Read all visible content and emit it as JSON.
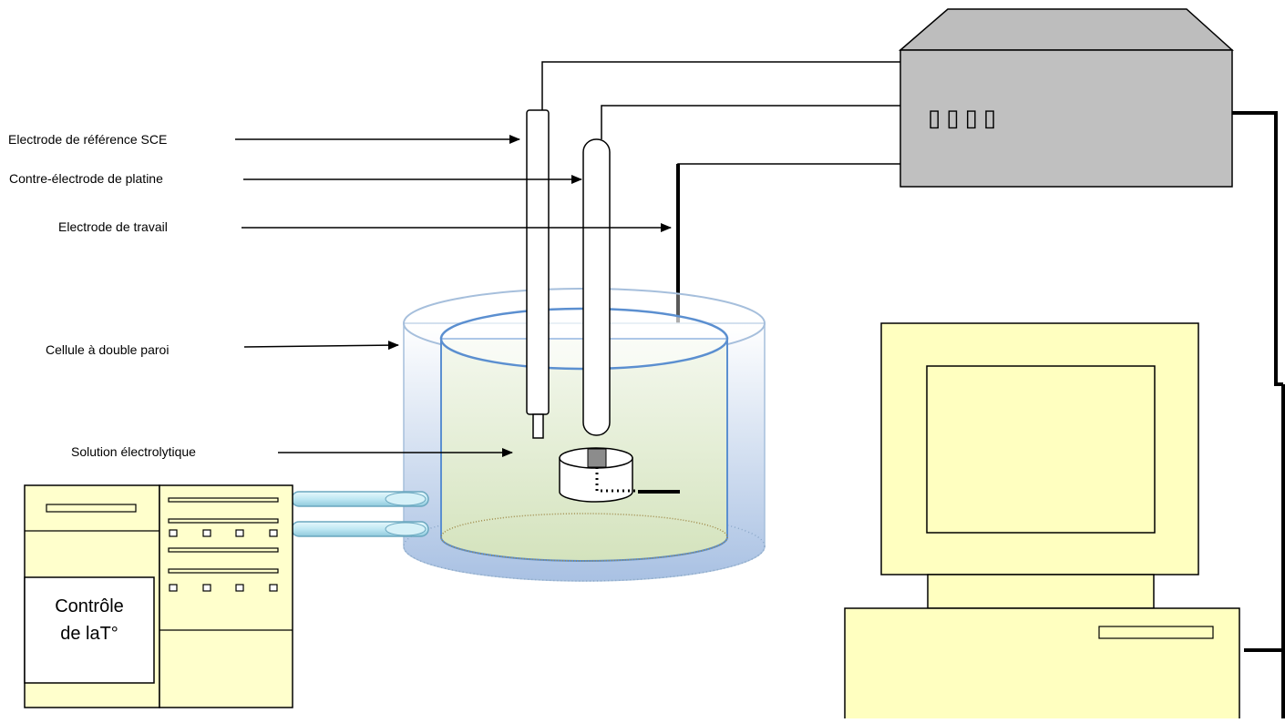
{
  "labels": {
    "reference_electrode": "Electrode de référence SCE",
    "counter_electrode": "Contre-électrode de platine",
    "working_electrode": "Electrode de travail",
    "double_wall_cell": "Cellule à double paroi",
    "electrolyte": "Solution électrolytique"
  },
  "temperature_controller": {
    "line1": "Contrôle",
    "line2": "de laT°"
  },
  "potentiostat": {
    "display": "▯▯▯▯"
  },
  "colors": {
    "device_grey": "#bfbfbf",
    "computer_yellow": "#ffffc0",
    "controller_yellow": "#ffffcc",
    "cell_outer": "#a8c0e0",
    "cell_inner_border": "#5b8fd0",
    "solution": "#d8e6c4",
    "hose": "#c8ecf5"
  }
}
